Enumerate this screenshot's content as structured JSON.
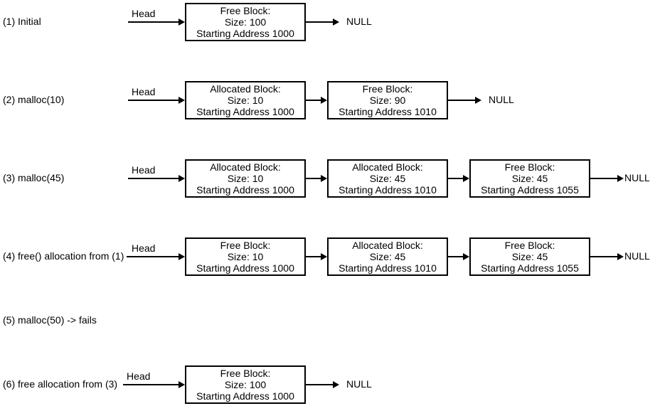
{
  "page": {
    "background_color": "#ffffff",
    "stroke_color": "#000000",
    "text_color": "#000000"
  },
  "diagram": {
    "head_label": "Head",
    "null_label": "NULL",
    "rows": [
      {
        "label": "(1) Initial",
        "boxes": [
          {
            "title": "Free Block:",
            "size": "Size: 100",
            "address": "Starting Address 1000"
          }
        ]
      },
      {
        "label": "(2) malloc(10)",
        "boxes": [
          {
            "title": "Allocated Block:",
            "size": "Size: 10",
            "address": "Starting Address 1000"
          },
          {
            "title": "Free Block:",
            "size": "Size: 90",
            "address": "Starting Address 1010"
          }
        ]
      },
      {
        "label": "(3) malloc(45)",
        "boxes": [
          {
            "title": "Allocated Block:",
            "size": "Size: 10",
            "address": "Starting Address 1000"
          },
          {
            "title": "Allocated Block:",
            "size": "Size: 45",
            "address": "Starting Address 1010"
          },
          {
            "title": "Free Block:",
            "size": "Size: 45",
            "address": "Starting Address 1055"
          }
        ]
      },
      {
        "label": "(4) free() allocation from (1)",
        "boxes": [
          {
            "title": "Free Block:",
            "size": "Size: 10",
            "address": "Starting Address 1000"
          },
          {
            "title": "Allocated Block:",
            "size": "Size: 45",
            "address": "Starting Address 1010"
          },
          {
            "title": "Free Block:",
            "size": "Size: 45",
            "address": "Starting Address 1055"
          }
        ]
      },
      {
        "label": "(5) malloc(50) -> fails",
        "boxes": []
      },
      {
        "label": "(6) free allocation from (3)",
        "boxes": [
          {
            "title": "Free Block:",
            "size": "Size: 100",
            "address": "Starting Address 1000"
          }
        ]
      }
    ]
  }
}
